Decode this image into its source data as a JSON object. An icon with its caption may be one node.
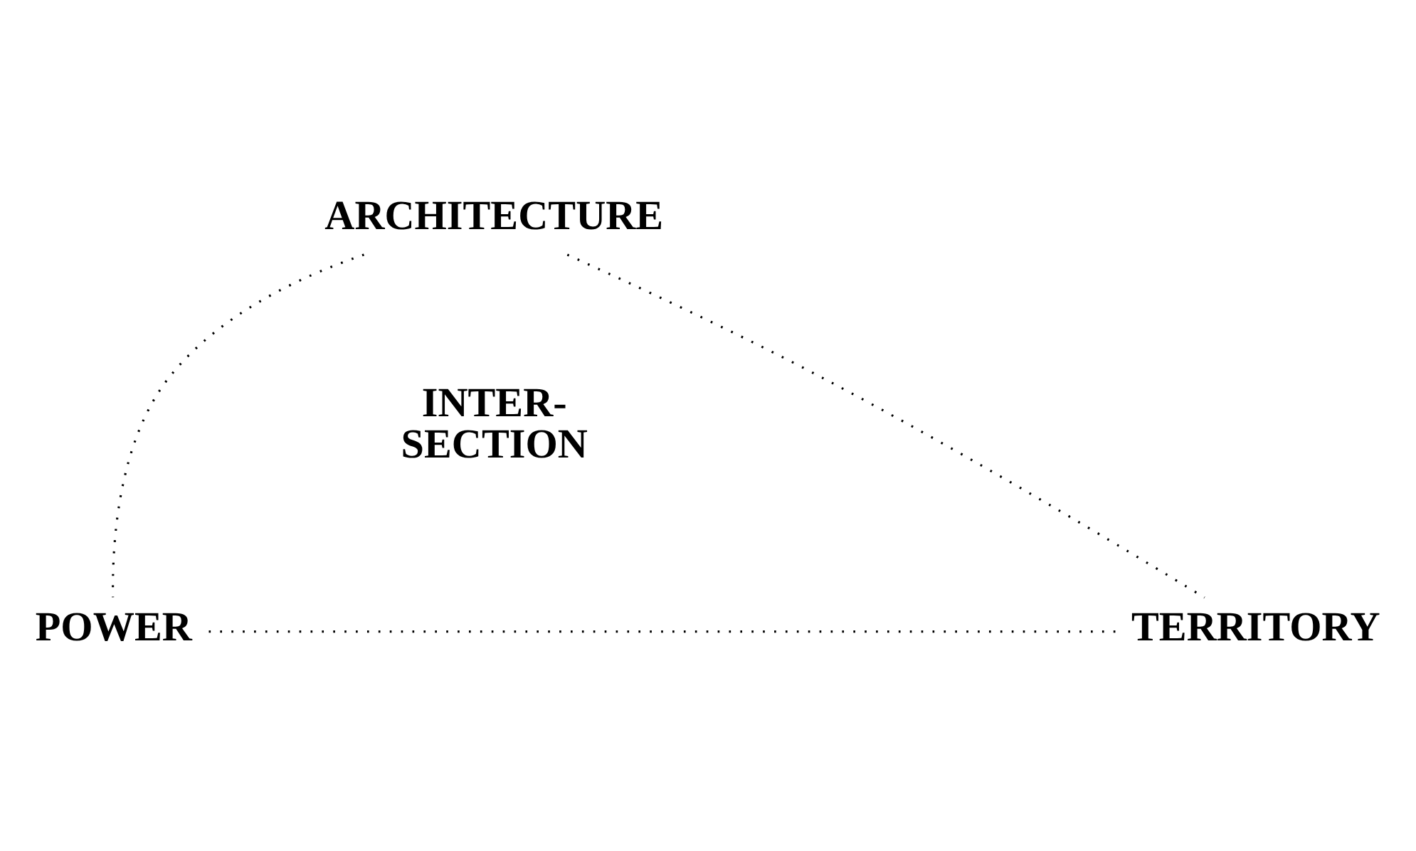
{
  "diagram": {
    "nodes": [
      {
        "text": [
          "ARCHITECTURE"
        ]
      },
      {
        "text": [
          "POWER"
        ]
      },
      {
        "text": [
          "TERRITORY"
        ]
      }
    ],
    "edges": [
      {
        "from": 0,
        "to": 1,
        "arrow": "none"
      },
      {
        "from": 0,
        "to": 2,
        "arrow": "none"
      },
      {
        "from": 1,
        "to": 2,
        "arrow": "none"
      }
    ],
    "labels": [
      "INTER- SECTION"
    ]
  }
}
